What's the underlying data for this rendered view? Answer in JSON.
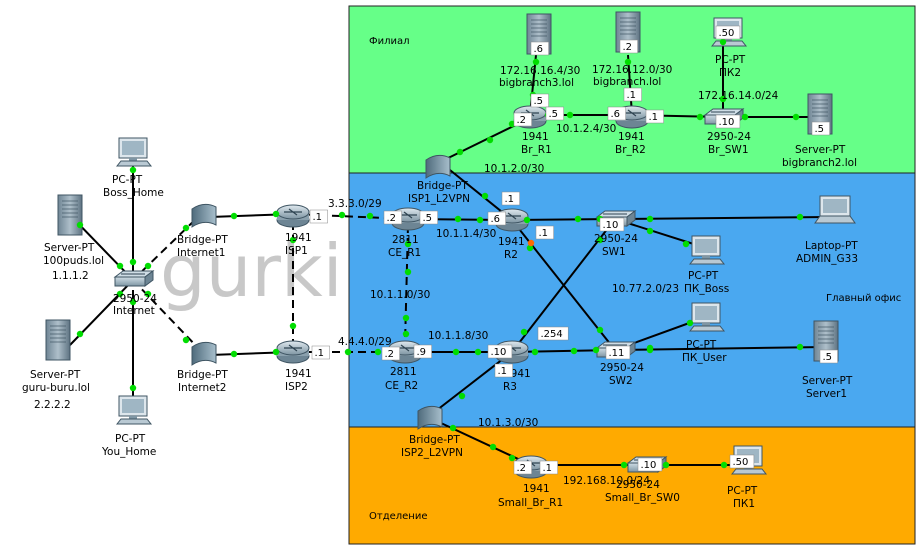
{
  "colors": {
    "branch_zone": "#66ff88",
    "main_zone": "#4aa8f0",
    "small_zone": "#ffaa00",
    "link": "#000000",
    "port_up": "#00dd00",
    "port_down": "#ff6a00"
  },
  "zones": {
    "branch": "Филиал",
    "main": "Главный офис",
    "small": "Отделение"
  },
  "watermark": "gurki",
  "devices": {
    "boss_home": {
      "type": "PC-PT",
      "name": "Boss_Home"
    },
    "server_100puds": {
      "type": "Server-PT",
      "name": "100puds.lol",
      "addr": "1.1.1.2"
    },
    "internet_sw": {
      "type": "2950-24",
      "name": "Internet"
    },
    "server_guru": {
      "type": "Server-PT",
      "name": "guru-buru.lol",
      "addr": "2.2.2.2"
    },
    "you_home": {
      "type": "PC-PT",
      "name": "You_Home"
    },
    "internet1": {
      "type": "Bridge-PT",
      "name": "Internet1"
    },
    "internet2": {
      "type": "Bridge-PT",
      "name": "Internet2"
    },
    "isp1": {
      "type": "1941",
      "name": "ISP1"
    },
    "isp2": {
      "type": "1941",
      "name": "ISP2"
    },
    "ce_r1": {
      "type": "2811",
      "name": "CE_R1"
    },
    "ce_r2": {
      "type": "2811",
      "name": "CE_R2"
    },
    "r2": {
      "type": "1941",
      "name": "R2"
    },
    "r3": {
      "type": "1941",
      "name": "R3"
    },
    "sw1": {
      "type": "2950-24",
      "name": "SW1"
    },
    "sw2": {
      "type": "2950-24",
      "name": "SW2"
    },
    "laptop": {
      "type": "Laptop-PT",
      "name": "ADMIN_G33"
    },
    "pc_boss": {
      "type": "PC-PT",
      "name": "ПК_Boss"
    },
    "pc_user": {
      "type": "PC-PT",
      "name": "ПК_User"
    },
    "server1": {
      "type": "Server-PT",
      "name": "Server1"
    },
    "isp1_l2vpn": {
      "type": "Bridge-PT",
      "name": "ISP1_L2VPN"
    },
    "isp2_l2vpn": {
      "type": "Bridge-PT",
      "name": "ISP2_L2VPN"
    },
    "br_r1": {
      "type": "1941",
      "name": "Br_R1"
    },
    "br_r2": {
      "type": "1941",
      "name": "Br_R2"
    },
    "br_sw1": {
      "type": "2950-24",
      "name": "Br_SW1"
    },
    "pc2": {
      "type": "PC-PT",
      "name": "ПК2"
    },
    "bigbranch2": {
      "type": "Server-PT",
      "name": "bigbranch2.lol"
    },
    "small_br_r1": {
      "type": "1941",
      "name": "Small_Br_R1"
    },
    "small_br_sw0": {
      "type": "2950-24",
      "name": "Small_Br_SW0"
    },
    "pc1": {
      "type": "PC-PT",
      "name": "ПК1"
    }
  },
  "subnets": {
    "isp1_ce": "3.3.3.0/29",
    "isp2_ce": "4.4.4.0/29",
    "ce_r1_r2": "10.1.1.4/30",
    "ce_r1_ce_r2": "10.1.1.0/30",
    "ce_r2_r3": "10.1.1.8/30",
    "vpn1": "10.1.2.0/30",
    "vpn2": "10.1.3.0/30",
    "main_lan": "10.77.2.0/23",
    "br_link": "10.1.2.4/30",
    "br_lan": "172.16.14.0/24",
    "small_lan": "192.168.10.0/24",
    "branch_srv1_net": "172.16.16.4/30",
    "branch_srv1_name": "bigbranch3.lol",
    "branch_srv2_net": "172.16.12.0/30",
    "branch_srv2_name": "bigbranch.lol"
  },
  "tags": {
    "isp1_ce": ".1",
    "ce_r1_isp": ".2",
    "ce_r1_r2": ".5",
    "r2_ce": ".6",
    "r2_sw1": ".1",
    "r2_vpn": ".1",
    "sw1": ".10",
    "isp2_ce": ".1",
    "ce_r2_isp": ".2",
    "ce_r2_r3": ".9",
    "r3_ce": ".10",
    "r3_sw2": ".254",
    "r3_vpn": ".1",
    "sw2": ".11",
    "server1": ".5",
    "br_r1_up": ".5",
    "br_r1_r2": ".5",
    "br_r1_vpn": ".2",
    "br_r2_r1": ".6",
    "br_r2_up": ".1",
    "br_r2_sw": ".1",
    "br_sw1": ".10",
    "pc2": ".50",
    "srv_bigbranch2": ".5",
    "srv_bb3": ".6",
    "srv_bb": ".2",
    "small_r1_vpn": ".2",
    "small_r1_sw": ".1",
    "small_sw0": ".10",
    "pc1": ".50"
  }
}
